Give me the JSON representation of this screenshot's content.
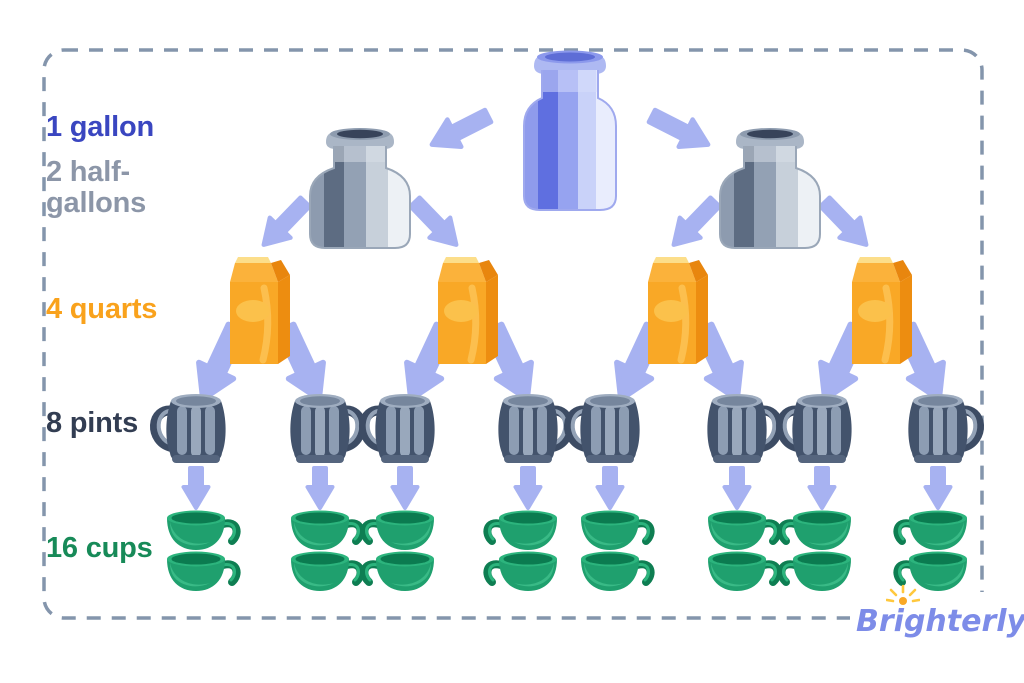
{
  "levels": [
    {
      "name": "gallon",
      "label": "1 gallon",
      "count": 1,
      "icon": "blue-gallon-jug",
      "color": "#3A46C0"
    },
    {
      "name": "half-gallon",
      "label": "2 half-gallons",
      "count": 2,
      "icon": "steel-milk-can",
      "color": "#8C96A8"
    },
    {
      "name": "quart",
      "label": "4 quarts",
      "count": 4,
      "icon": "orange-milk-carton",
      "color": "#F9A21C"
    },
    {
      "name": "pint",
      "label": "8 pints",
      "count": 8,
      "icon": "slate-beer-mug",
      "color": "#323D52"
    },
    {
      "name": "cup",
      "label": "16 cups",
      "count": 16,
      "icon": "green-teacup",
      "color": "#178A58"
    }
  ],
  "conversions": {
    "gallons": 1,
    "half_gallons": 2,
    "quarts": 4,
    "pints": 8,
    "cups": 16
  },
  "logo": {
    "text": "Brighterly",
    "color": "#7D8CE8",
    "sun_color": "#F9A826"
  },
  "colors": {
    "background": "#FFFFFF",
    "dashed_border": "#8495AC",
    "arrow": "#A7B2F1",
    "jug_blue": "#5F6FE0",
    "can_gray": "#8D9BAF",
    "carton_orange": "#F9A826",
    "mug_slate": "#43536C",
    "cup_green": "#1FA06E"
  }
}
